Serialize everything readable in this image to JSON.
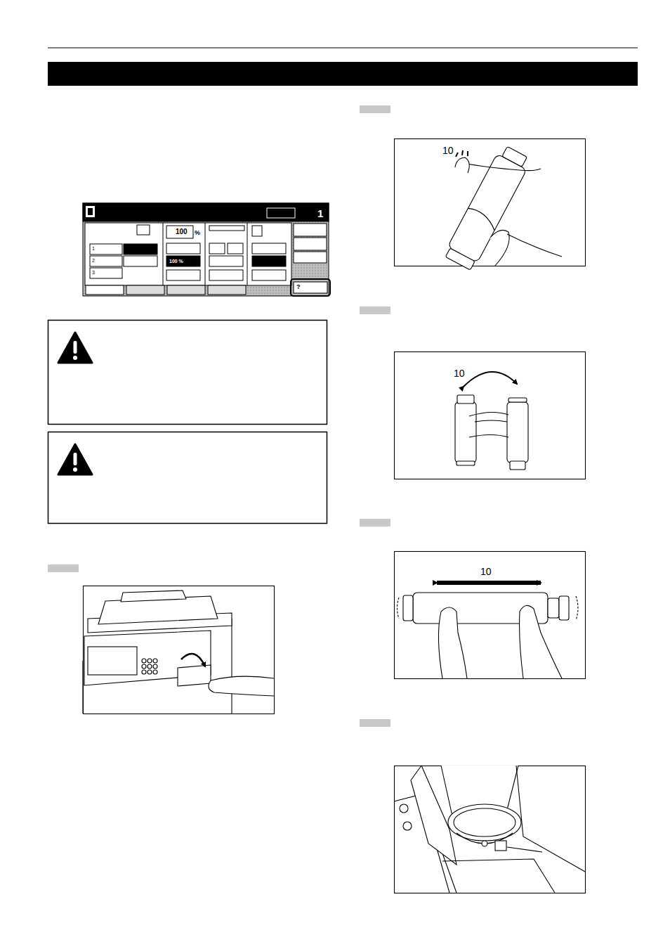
{
  "diagram": {
    "labels": [
      "1",
      "100",
      "%",
      "1",
      "2",
      "3",
      "100 %",
      "?",
      "10",
      "10",
      "10"
    ]
  }
}
